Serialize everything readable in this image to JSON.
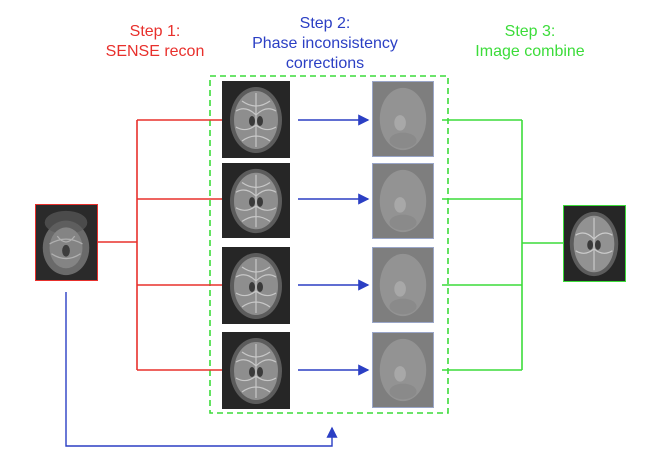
{
  "steps": {
    "step1": {
      "title": "Step 1:",
      "subtitle": "SENSE recon",
      "color": "#e8302c"
    },
    "step2": {
      "title": "Step 2:",
      "line1": "Phase inconsistency",
      "line2": "corrections",
      "color": "#2b3fc4"
    },
    "step3": {
      "title": "Step 3:",
      "subtitle": "Image combine",
      "color": "#3cdc3a"
    }
  },
  "stage": {
    "input_image": "aliased-input-brain-image",
    "sense_images": [
      "sense-brain-image",
      "sense-brain-image",
      "sense-brain-image",
      "sense-brain-image"
    ],
    "phase_maps": [
      "phase-map-image",
      "phase-map-image",
      "phase-map-image",
      "phase-map-image"
    ],
    "output_image": "combined-brain-image",
    "correction_box": "dashed-green"
  },
  "colors": {
    "red": "#e8302c",
    "blue": "#2b3fc4",
    "green": "#3cdc3a"
  }
}
